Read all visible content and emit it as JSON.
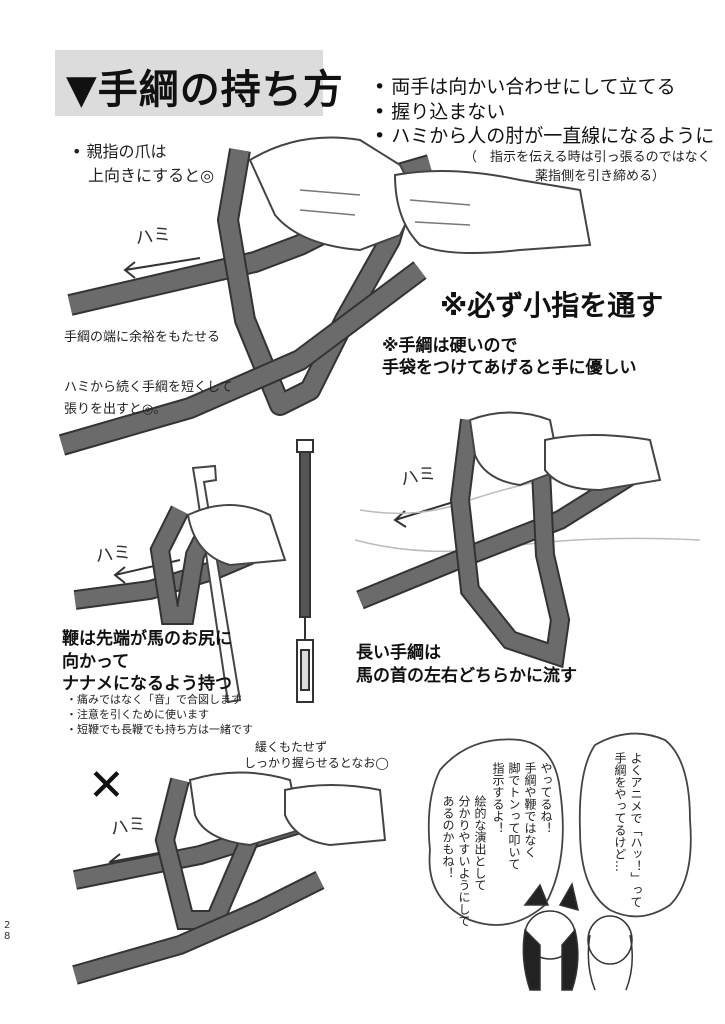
{
  "title": "▼手綱の持ち方",
  "top_bullets": [
    "• 両手は向かい合わせにして立てる",
    "• 握り込まない",
    "• ハミから人の肘が一直線になるように"
  ],
  "top_note_line1": "（　指示を伝える時は引っ張るのではなく",
  "top_note_line2": "薬指側を引き締める）",
  "thumb_line1": "• 親指の爪は",
  "thumb_line2": "上向きにすると◎",
  "rein_end_text": "手綱の端に余裕をもたせる",
  "short_rein_line1": "ハミから続く手綱を短くして",
  "short_rein_line2": "張りを出すと◎。",
  "pinky_heading": "※必ず小指を通す",
  "glove_line1": "※手綱は硬いので",
  "glove_line2": "手袋をつけてあげると手に優しい",
  "hami_labels": [
    "ハミ",
    "ハミ",
    "ハミ",
    "ハミ"
  ],
  "whip_line1": "鞭は先端が馬のお尻に",
  "whip_line2": "向かって",
  "whip_line3": "ナナメになるよう持つ",
  "whip_notes": [
    "・痛みではなく「音」で合図します",
    "・注意を引くために使います",
    "・短鞭でも長鞭でも持ち方は一緒です"
  ],
  "long_rein_line1": "長い手綱は",
  "long_rein_line2": "馬の首の左右どちらかに流す",
  "wrong_mark": "✕",
  "loose_line1": "緩くもたせず",
  "loose_line2": "しっかり握らせるとなお◯",
  "bubble_left": "絵的な演出として\n分かりやすいようにして\nあるのかもね！",
  "bubble_left2": "やってるね！\n手綱や鞭ではなく\n脚でトンって叩いて\n指示するよ！",
  "bubble_right": "よくアニメで「ハッ！」って\n手綱をやってるけど…",
  "page_number": "2\n8",
  "colors": {
    "rein": "#6b6b6b",
    "rein_edge": "#333333",
    "title_bg": "#dcdcdc",
    "skin_line": "#444444"
  }
}
